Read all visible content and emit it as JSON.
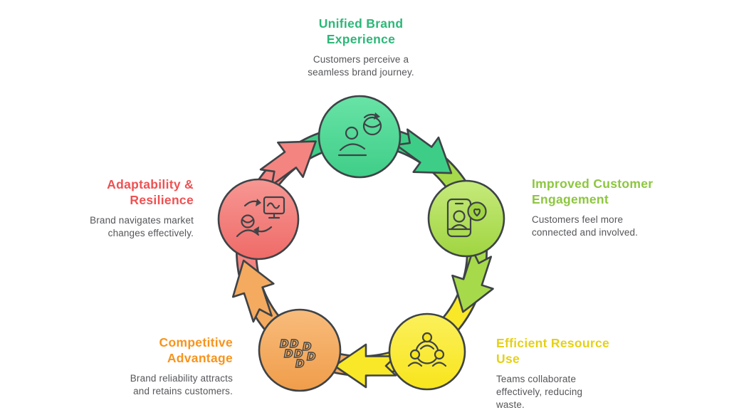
{
  "canvas": {
    "background": "#ffffff",
    "outline_color": "#3e4347",
    "body_text_color": "#55565a"
  },
  "diagram": {
    "type": "cycle",
    "direction": "clockwise",
    "berry_glyph": "D",
    "nodes": [
      {
        "id": "unified-brand-experience",
        "title_lines": [
          "Unified Brand",
          "Experience"
        ],
        "desc_lines": [
          "Customers perceive a",
          "seamless brand journey."
        ],
        "title_color": "#2db778",
        "fill_light": "#68e3a6",
        "fill_dark": "#3fce88",
        "arrow_color": "#3ecd87",
        "icon": "person-globe-sync-icon"
      },
      {
        "id": "improved-customer-engagement",
        "title_lines": [
          "Improved Customer",
          "Engagement"
        ],
        "desc_lines": [
          "Customers feel more",
          "connected and involved."
        ],
        "title_color": "#8dc63f",
        "fill_light": "#c6ea7b",
        "fill_dark": "#a0d541",
        "arrow_color": "#a6da4b",
        "icon": "phone-user-heart-icon"
      },
      {
        "id": "efficient-resource-use",
        "title_lines": [
          "Efficient Resource",
          "Use"
        ],
        "desc_lines": [
          "Teams collaborate",
          "effectively, reducing",
          "waste."
        ],
        "title_color": "#e5d116",
        "fill_light": "#fbf05c",
        "fill_dark": "#f8e51c",
        "arrow_color": "#f9e827",
        "icon": "team-network-icon"
      },
      {
        "id": "competitive-advantage",
        "title_lines": [
          "Competitive",
          "Advantage"
        ],
        "desc_lines": [
          "Brand reliability attracts",
          "and retains customers."
        ],
        "title_color": "#f7941d",
        "fill_light": "#f8bc7c",
        "fill_dark": "#f09d4a",
        "arrow_color": "#f4aa5f",
        "icon": "berries-icon"
      },
      {
        "id": "adaptability-resilience",
        "title_lines": [
          "Adaptability &",
          "Resilience"
        ],
        "desc_lines": [
          "Brand navigates market",
          "changes effectively."
        ],
        "title_color": "#ef5152",
        "fill_light": "#f79793",
        "fill_dark": "#ef6b68",
        "arrow_color": "#f48480",
        "icon": "person-monitor-exchange-icon"
      }
    ]
  }
}
